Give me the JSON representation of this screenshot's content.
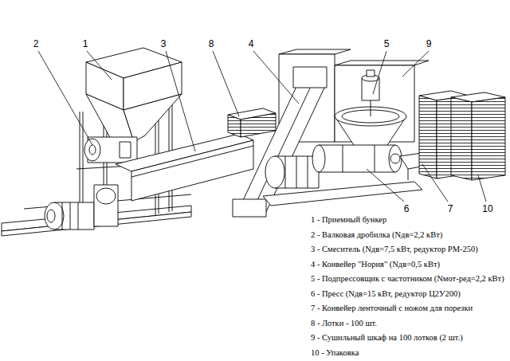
{
  "diagram": {
    "labels": [
      "2",
      "1",
      "3",
      "8",
      "4",
      "5",
      "9",
      "6",
      "7",
      "10",
      "1 - Приемный бункер",
      "2 - Валковая дробилка (Nдв=2,2 кВт)",
      "3 - Смеситель (Nдв=7,5 кВт, редуктор РМ-250)",
      "4 - Конвейер \"Нория\" (Nдв=0,5 кВт)",
      "5 - Подпрессовщик с частотником (Nмот-ред=2,2 кВт)",
      "6 - Пресс (Nдв=15 кВт, редуктор Ц2У200)",
      "7 - Конвейер ленточный с ножом для порезки",
      "8 - Лотки - 100 шт.",
      "9 - Сушильный шкаф на 100 лотков (2 шт.)",
      "10 - Упаковка"
    ]
  }
}
